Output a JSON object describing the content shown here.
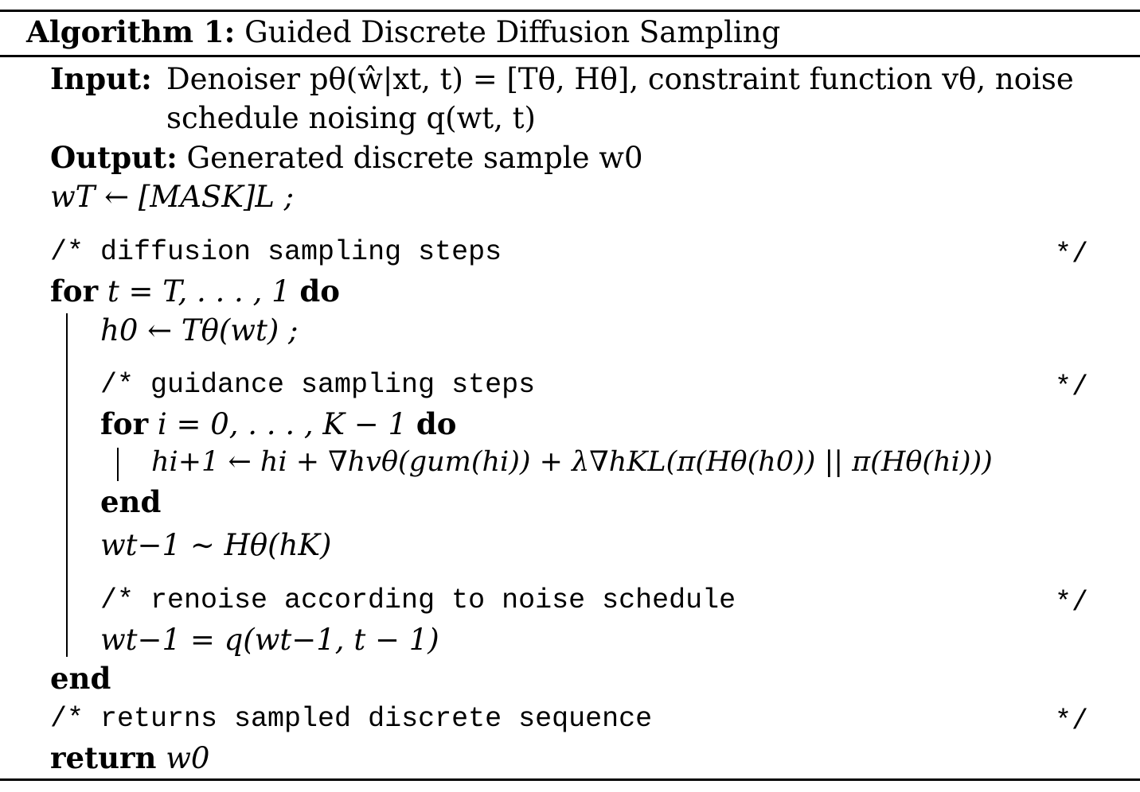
{
  "algorithm": {
    "label": "Algorithm 1:",
    "title": "Guided Discrete Diffusion Sampling"
  },
  "keywords": {
    "input": "Input:",
    "output": "Output:",
    "for": "for",
    "do": "do",
    "end": "end",
    "return": "return"
  },
  "input": {
    "line1": "Denoiser pθ(ŵ|xt, t) = [Tθ, Hθ], constraint function vθ, noise",
    "line2": "schedule noising q(wt, t)"
  },
  "output": {
    "text": "Generated discrete sample w0"
  },
  "lines": {
    "init": "wT ← [MASK]L ;",
    "outer_for": "t = T, . . . , 1",
    "h0": "h0 ← Tθ(wt) ;",
    "inner_for": "i = 0, . . . , K − 1",
    "update": "hi+1 ← hi + ∇hvθ(gum(hi)) + λ∇hKL(π(Hθ(h0)) || π(Hθ(hi)))",
    "sample": "wt−1 ∼ Hθ(hK)",
    "renoise": "wt−1 = q(wt−1, t − 1)",
    "ret": "w0"
  },
  "comments": {
    "c1": "/* diffusion sampling steps",
    "c2": "/* guidance sampling steps",
    "c3": "/* renoise according to noise schedule",
    "c4": "/* returns sampled discrete sequence",
    "close": "*/"
  }
}
